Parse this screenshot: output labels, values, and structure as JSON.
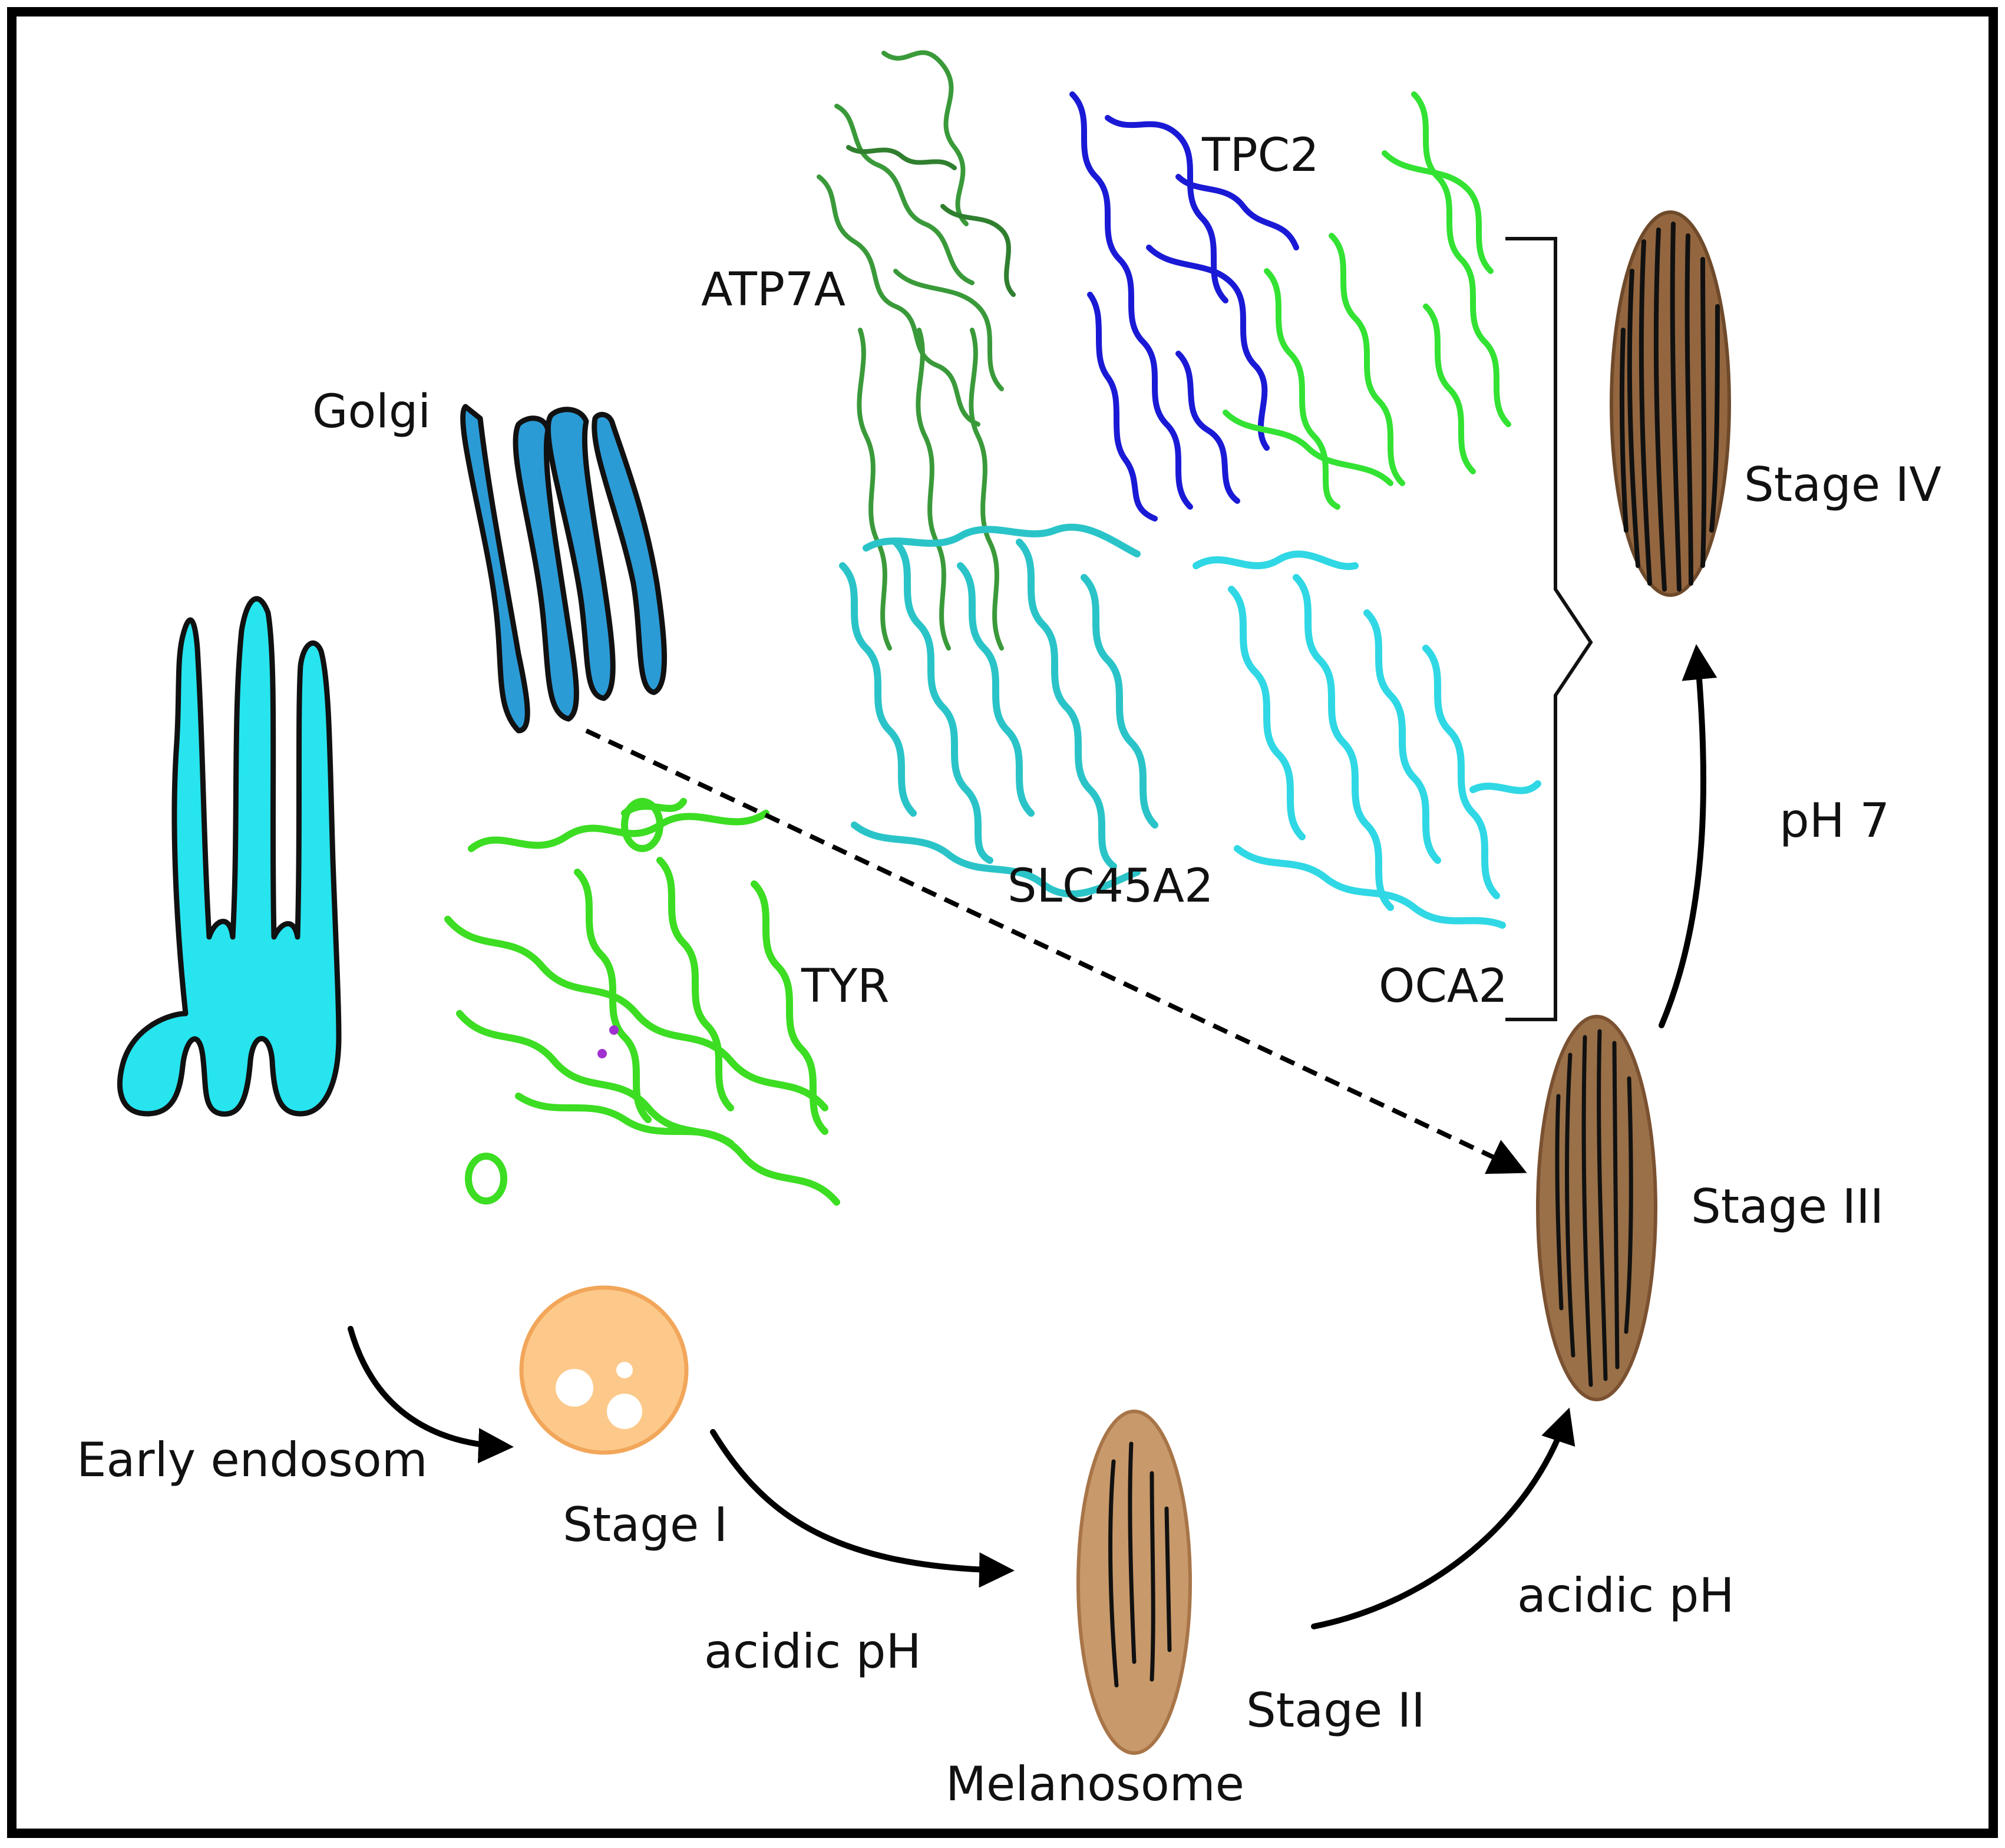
{
  "labels": {
    "golgi": "Golgi",
    "atp7a": "ATP7A",
    "tpc2": "TPC2",
    "slc45a2": "SLC45A2",
    "oca2": "OCA2",
    "tyr": "TYR",
    "early_endosome": "Early endosom",
    "stage_1": "Stage I",
    "stage_2": "Stage II",
    "stage_3": "Stage III",
    "stage_4": "Stage IV",
    "melanosome": "Melanosome",
    "acidic_ph_1": "acidic pH",
    "acidic_ph_2": "acidic pH",
    "ph_7": "pH 7"
  },
  "colors": {
    "frame": "#000000",
    "golgi_fill": "#2b9bd6",
    "endosome_fill": "#27e4ee",
    "stage1_fill": "#fcc98a",
    "stage1_stroke": "#f2a65a",
    "stage2_fill": "#c8996a",
    "stage3_fill": "#9a7048",
    "stage4_fill": "#94663f",
    "atp7a": "#3a9a3a",
    "tpc2_chain_a": "#1a1ad6",
    "tpc2_chain_b": "#33e233",
    "slc45a2": "#2ac4c8",
    "oca2": "#2fd8e4",
    "tyr": "#3cdd22"
  }
}
